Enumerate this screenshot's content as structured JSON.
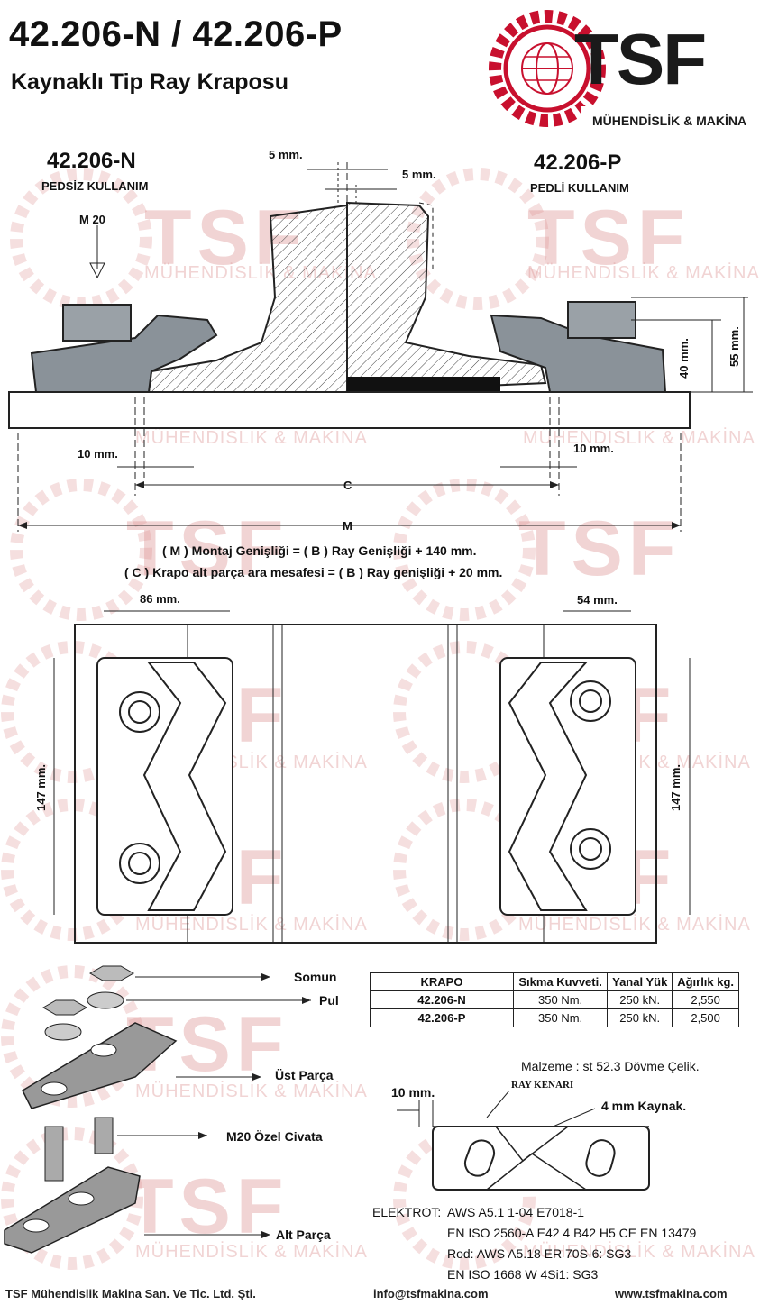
{
  "header": {
    "title": "42.206-N / 42.206-P",
    "subtitle": "Kaynaklı Tip Ray Kraposu"
  },
  "logo": {
    "text": "TSF",
    "tagline": "MÜHENDİSLİK & MAKİNA",
    "color": "#c8102e"
  },
  "watermark": {
    "text": "TSF",
    "tagline": "MÜHENDİSLİK & MAKİNA"
  },
  "section_top": {
    "left_code": "42.206-N",
    "left_usage": "PEDSİZ  KULLANIM",
    "right_code": "42.206-P",
    "right_usage": "PEDLİ  KULLANIM",
    "bolt_label": "M 20",
    "gap_top": "5 mm.",
    "gap_mid": "5 mm.",
    "dim_left_10": "10 mm.",
    "dim_right_10": "10 mm.",
    "dim_c": "C",
    "dim_m": "M",
    "dim_40": "40 mm.",
    "dim_55": "55 mm."
  },
  "formulas": {
    "line1": "( M ) Montaj Genişliği  = ( B ) Ray Genişliği  + 140 mm.",
    "line2": "( C ) Krapo alt parça  ara mesafesi =  ( B ) Ray genişliği +  20 mm."
  },
  "plan_view": {
    "dim_86": "86 mm.",
    "dim_54": "54 mm.",
    "dim_147_left": "147 mm.",
    "dim_147_right": "147 mm."
  },
  "exploded": {
    "somun": "Somun",
    "pul": "Pul",
    "ust_parca": "Üst  Parça",
    "civata": "M20 Özel  Civata",
    "alt_parca": "Alt  Parça"
  },
  "table": {
    "headers": [
      "KRAPO",
      "Sıkma Kuvveti.",
      "Yanal Yük",
      "Ağırlık kg."
    ],
    "rows": [
      [
        "42.206-N",
        "350 Nm.",
        "250 kN.",
        "2,550"
      ],
      [
        "42.206-P",
        "350 Nm.",
        "250 kN.",
        "2,500"
      ]
    ],
    "material": "Malzeme : st 52.3 Dövme Çelik."
  },
  "weld": {
    "dim_10": "10 mm.",
    "ray_kenari": "RAY KENARI",
    "weld_label": "4 mm Kaynak."
  },
  "electrode": {
    "label": "ELEKTROT:",
    "line1": "AWS A5.1 1-04 E7018-1",
    "line2": "EN ISO 2560-A E42 4 B42 H5 CE EN 13479",
    "line3": "Rod: AWS A5.18 ER 70S-6: SG3",
    "line4": "EN ISO 1668 W 4Si1: SG3"
  },
  "footer": {
    "company": "TSF  Mühendislik  Makina  San.  Ve  Tic.  Ltd.  Şti.",
    "email": "info@tsfmakina.com",
    "web": "www.tsfmakina.com"
  }
}
